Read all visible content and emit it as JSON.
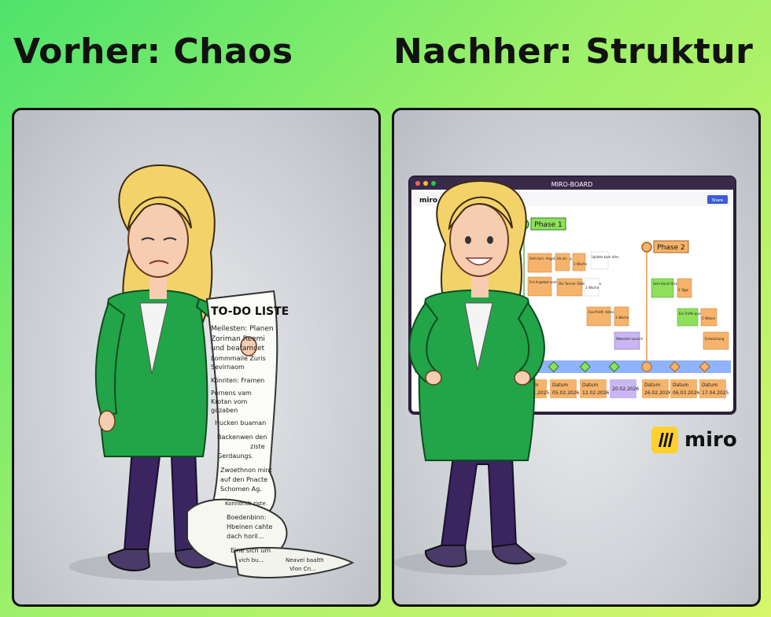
{
  "headings": {
    "before": "Vorher: Chaos",
    "after": "Nachher: Struktur"
  },
  "todo": {
    "title": "TO-DO LISTE",
    "lines": [
      "Meilesten: Planen",
      "Zoriman Reemi",
      "und beafamcet",
      "Lommmaile Zuris",
      "Sevirnaom",
      "Könnten: Framen",
      "Pornens vam",
      "Krotan vom",
      "gozaben",
      "Hucken buaman",
      "Backenwen den",
      "ziste",
      "Gerdaungs.",
      "Zwoethnon mint",
      "auf den Pnacte",
      "Schomen Ag.",
      "Konnondt ziste.",
      "Boedenbinn:",
      "Hbeinen cahte",
      "dach horil...",
      "Eine sich um",
      "vich bu...",
      "Neavei baalth",
      "Vlon Cn..."
    ]
  },
  "board": {
    "window_title": "MIRO-BOARD",
    "app_label": "miro",
    "toolbar_search_icon": "search-icon",
    "share_label": "Share",
    "phase1": "Phase 1",
    "phase2": "Phase 2",
    "notes": {
      "n1": "Smh tars- Angebot Auftrag",
      "n2": "Ha ein",
      "n3": "1 Woche",
      "n4": "Update kam ofen",
      "n5": "Fnt Angebot verkaufen",
      "n6": "Die Termin- Bilder zerstoen",
      "n7": "1 Woche",
      "n8": "Sere Konst Strategie",
      "n9": "5 Tage",
      "n10": "Fox Prodt- Adresse",
      "n11": "1 Woche",
      "n12": "Ein Treffe quelle",
      "n13": "5 Woken",
      "n14": "Websiete Launch",
      "n15": "Entwicklung"
    },
    "dates": [
      {
        "label": "Datum",
        "value": "23.01.2025"
      },
      {
        "label": "Datum",
        "value": "05.02.2026"
      },
      {
        "label": "Datum",
        "value": "12.02.2026"
      },
      {
        "label": "",
        "value": "20.02.2026"
      },
      {
        "label": "Datum",
        "value": "26.02.2026"
      },
      {
        "label": "Datum",
        "value": "06.03.2026"
      },
      {
        "label": "Datum",
        "value": "17.04.2025"
      }
    ]
  },
  "brand": {
    "name": "miro"
  },
  "colors": {
    "accent_green": "#1a9c3e",
    "suit_green": "#22a448",
    "pants_purple": "#3a2560",
    "sticky_orange": "#f5b36b",
    "sticky_green": "#8ee05a",
    "sticky_purple": "#c9b6f2",
    "timeline_blue": "#8fb3ff",
    "miro_yellow": "#ffd02f"
  }
}
